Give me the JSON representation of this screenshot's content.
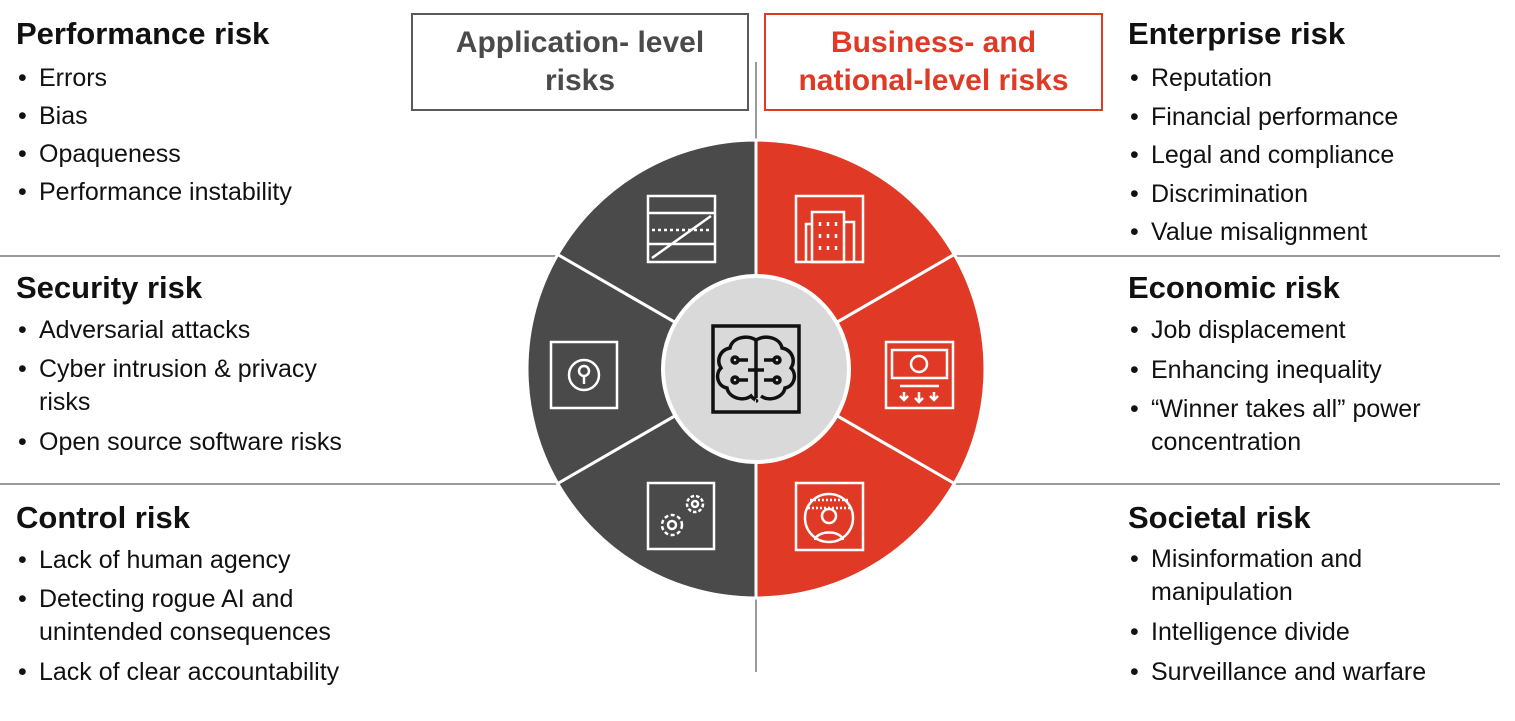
{
  "headers": {
    "application": "Application- level risks",
    "business": "Business- and national-level risks"
  },
  "colors": {
    "application": "#4a4a4a",
    "business": "#e03a26",
    "center": "#d9d9d9",
    "divider": "#9a9a9a"
  },
  "left": [
    {
      "title": "Performance risk",
      "items": [
        "Errors",
        "Bias",
        "Opaqueness",
        "Performance instability"
      ]
    },
    {
      "title": "Security risk",
      "items": [
        "Adversarial attacks",
        "Cyber intrusion & privacy risks",
        "Open source software risks"
      ]
    },
    {
      "title": "Control risk",
      "items": [
        "Lack of human agency",
        "Detecting rogue AI and unintended consequences",
        "Lack of clear accountability"
      ]
    }
  ],
  "right": [
    {
      "title": "Enterprise risk",
      "items": [
        "Reputation",
        "Financial performance",
        "Legal and compliance",
        "Discrimination",
        "Value misalignment"
      ]
    },
    {
      "title": "Economic risk",
      "items": [
        "Job displacement",
        "Enhancing inequality",
        "“Winner takes all” power concentration"
      ]
    },
    {
      "title": "Societal risk",
      "items": [
        "Misinformation and manipulation",
        "Intelligence divide",
        "Surveillance and warfare"
      ]
    }
  ],
  "wheel": {
    "center_icon": "ai-brain-chip-icon",
    "left_segments": [
      "performance-chart-icon",
      "security-lock-icon",
      "control-gears-icon"
    ],
    "right_segments": [
      "enterprise-building-icon",
      "economic-money-icon",
      "societal-surveillance-icon"
    ]
  }
}
